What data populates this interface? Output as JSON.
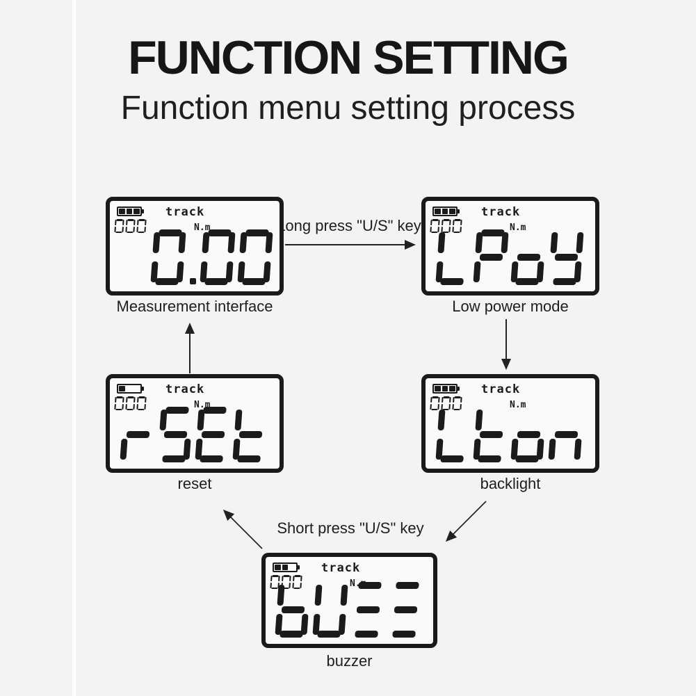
{
  "header": {
    "title": "FUNCTION SETTING",
    "subtitle": "Function menu setting process"
  },
  "diagram": {
    "labels": {
      "long_press": "Long press \"U/S\" key",
      "short_press": "Short press \"U/S\" key"
    },
    "screens": [
      {
        "id": "measurement",
        "caption": "Measurement interface",
        "display": "0.00",
        "counter": "000",
        "track_label": "track",
        "unit_label": "N.m",
        "battery_bars": 3
      },
      {
        "id": "low-power",
        "caption": "Low power mode",
        "display": "LPoY",
        "counter": "000",
        "track_label": "track",
        "unit_label": "N.m",
        "battery_bars": 3
      },
      {
        "id": "reset",
        "caption": "reset",
        "display": "rSEt",
        "counter": "000",
        "track_label": "track",
        "unit_label": "N.m",
        "battery_bars": 1
      },
      {
        "id": "backlight",
        "caption": "backlight",
        "display": "Lton",
        "counter": "000",
        "track_label": "track",
        "unit_label": "N.m",
        "battery_bars": 3
      },
      {
        "id": "buzzer",
        "caption": "buzzer",
        "display": "bUZZ",
        "counter": "000",
        "track_label": "track",
        "unit_label": "N.m",
        "battery_bars": 2
      }
    ],
    "arrows": [
      {
        "from": "measurement",
        "to": "low-power",
        "label": "Long press \"U/S\" key"
      },
      {
        "from": "low-power",
        "to": "backlight",
        "label": ""
      },
      {
        "from": "backlight",
        "to": "buzzer",
        "label": "Short press \"U/S\" key"
      },
      {
        "from": "buzzer",
        "to": "reset",
        "label": "Short press \"U/S\" key"
      },
      {
        "from": "reset",
        "to": "measurement",
        "label": ""
      }
    ]
  },
  "colors": {
    "ink": "#1b1b1b",
    "background": "#f3f3f4",
    "lcd_background": "#fafafa"
  }
}
